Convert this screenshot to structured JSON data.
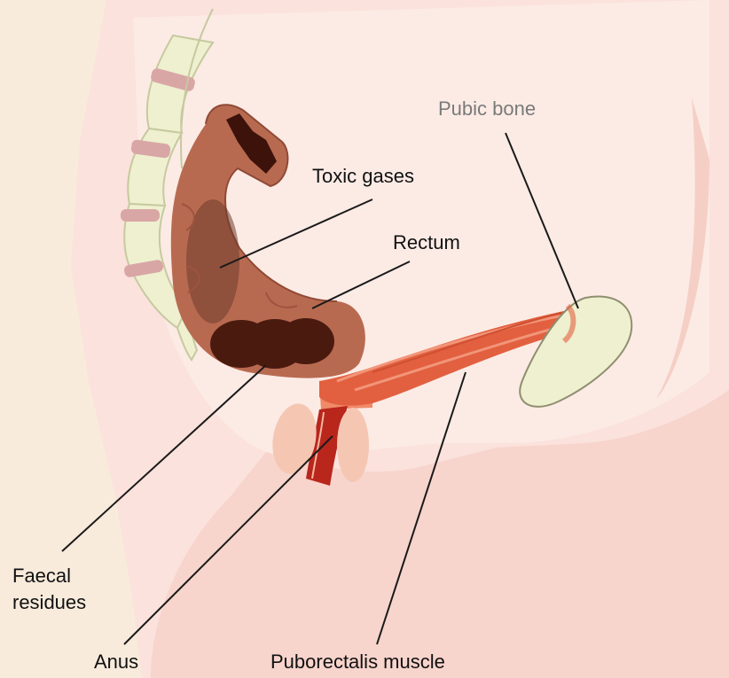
{
  "diagram": {
    "labels": {
      "pubic_bone": "Pubic bone",
      "toxic_gases": "Toxic gases",
      "rectum": "Rectum",
      "faecal_residues": "Faecal\nresidues",
      "anus": "Anus",
      "puborectalis_muscle": "Puborectalis muscle"
    },
    "colors": {
      "background": "#f8ebdc",
      "body_light": "#fbe0da",
      "body_mid": "#f7d2c9",
      "spine": "#eef0cf",
      "spine_outline": "#c7c9a0",
      "disc": "#d9a6a6",
      "intestine": "#b86a50",
      "intestine_dark": "#8f4a36",
      "faeces": "#4a1a0f",
      "muscle": "#e2603f",
      "muscle_light": "#f2957a",
      "anus_red": "#b8261c",
      "gland": "#f5c7b3",
      "pubic_bone": "#eef0cf",
      "leader_line": "#1a1a1a"
    }
  }
}
